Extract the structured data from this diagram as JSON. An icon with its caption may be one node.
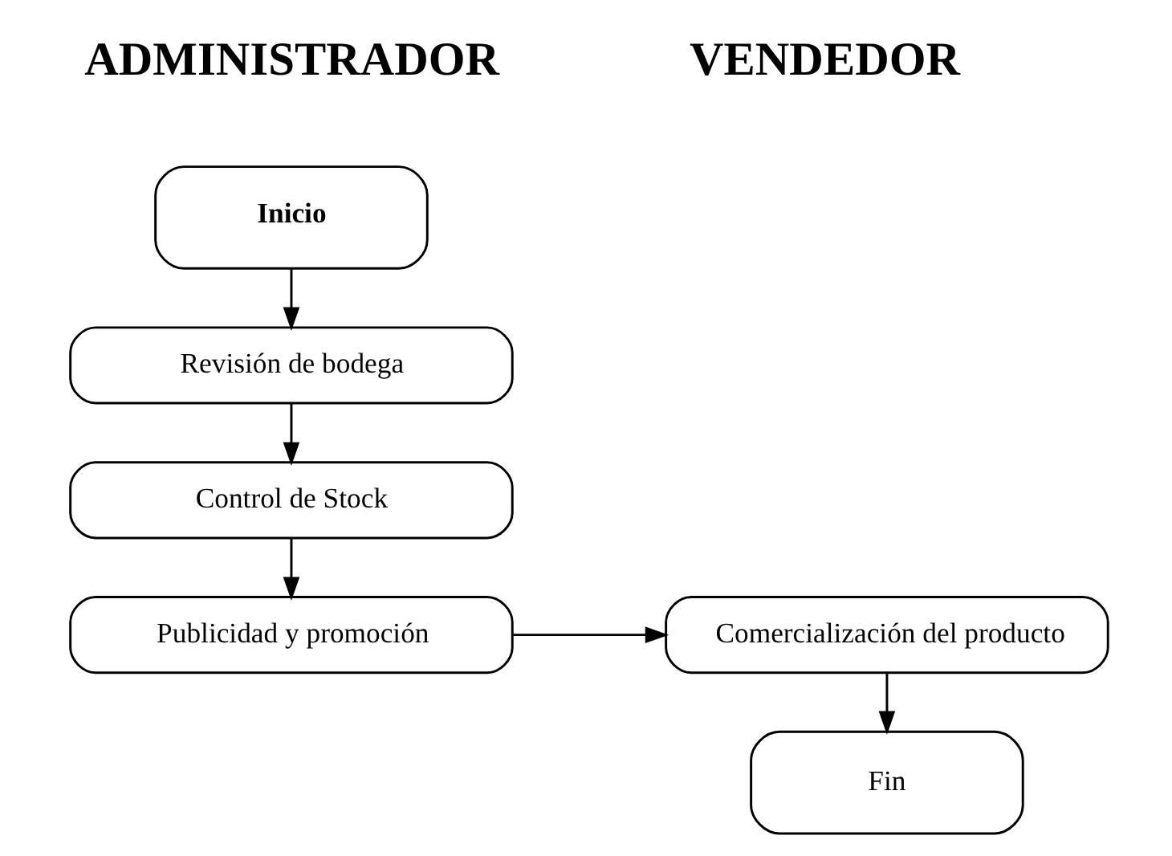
{
  "diagram": {
    "nodes": [
      {
        "text": [
          "Inicio"
        ]
      },
      {
        "text": [
          "Revisión de bodega"
        ]
      },
      {
        "text": [
          "Control de Stock"
        ]
      },
      {
        "text": [
          "Publicidad y promoción"
        ]
      },
      {
        "text": [
          "Comercialización del producto"
        ]
      },
      {
        "text": [
          "Fin"
        ]
      }
    ],
    "edges": [
      {
        "from": 0,
        "to": 1,
        "arrow": "to"
      },
      {
        "from": 1,
        "to": 2,
        "arrow": "to"
      },
      {
        "from": 2,
        "to": 3,
        "arrow": "to"
      },
      {
        "from": 3,
        "to": 4,
        "arrow": "to"
      },
      {
        "from": 4,
        "to": 5,
        "arrow": "to"
      }
    ],
    "labels": [
      "ADMINISTRADOR",
      "VENDEDOR"
    ]
  }
}
